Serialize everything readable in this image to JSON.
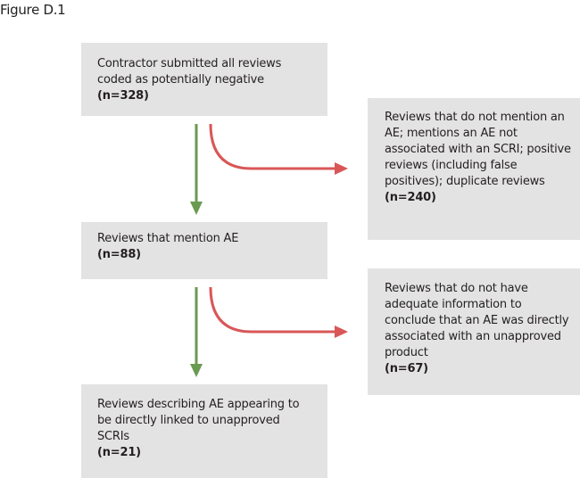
{
  "figure_title": "Figure D.1",
  "colors": {
    "box_fill": "#e4e3e4",
    "include_arrow": "#6a9a52",
    "exclude_arrow": "#d95757"
  },
  "steps": [
    {
      "text": "Contractor submitted all reviews coded as potentially negative",
      "count": "(n=328)"
    },
    {
      "text": "Reviews that mention AE",
      "count": "(n=88)"
    },
    {
      "text": "Reviews describing AE appearing to be directly linked to unapproved SCRIs",
      "count": "(n=21)"
    }
  ],
  "exclusions": [
    {
      "text": "Reviews that do not mention an AE; mentions an AE not associated with an SCRI; positive reviews (including false positives); duplicate reviews",
      "count": "(n=240)"
    },
    {
      "text": "Reviews that do not have adequate information to conclude that an AE was directly associated with an unapproved product",
      "count": "(n=67)"
    }
  ]
}
